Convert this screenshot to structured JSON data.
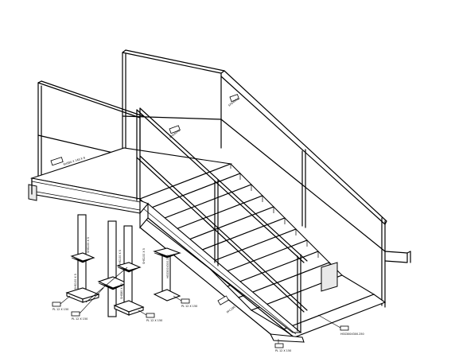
{
  "labels": {
    "landing_plate": "SHS80 X 140 X 6",
    "top_left_rail": "SHS40X3",
    "top_right_rail": "SHS40X3",
    "stringer_mid": "PFC180",
    "stringer_lower": "SHS80 X 80",
    "column_1": "SHS100 X 5",
    "column_2": "SHS100 X 5",
    "column_3": "SHS100 X 5",
    "column_4": "SHS100 X 5",
    "base_plate_1": "PL 12 X 150",
    "base_plate_2": "PL 12 X 150",
    "base_plate_3": "PL 12 X 150",
    "base_plate_4": "PL 12 X 150",
    "stringer_foot": "PL 12 X 150",
    "bottom_right": "HSS300X300.250"
  }
}
